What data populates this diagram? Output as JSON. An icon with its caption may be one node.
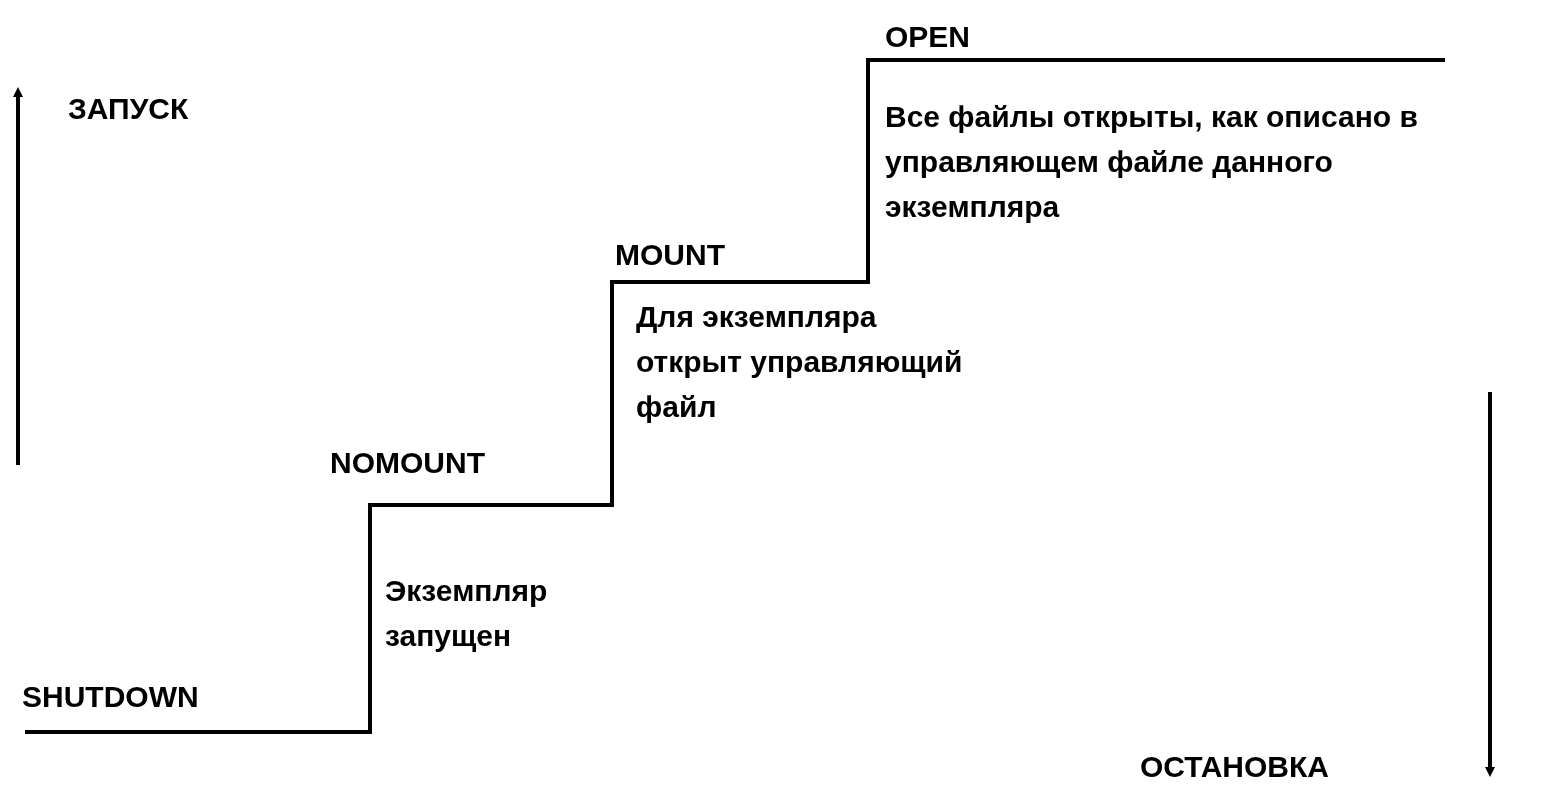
{
  "diagram": {
    "labels": [
      "OPEN",
      "ЗАПУСК",
      "Все файлы открыты, как описано в управляющем файле данного экземпляра",
      "MOUNT",
      "Для экземпляра открыт управляющий файл",
      "NOMOUNT",
      "Экземпляр запущен",
      "SHUTDOWN",
      "ОСТАНОВКА"
    ]
  }
}
